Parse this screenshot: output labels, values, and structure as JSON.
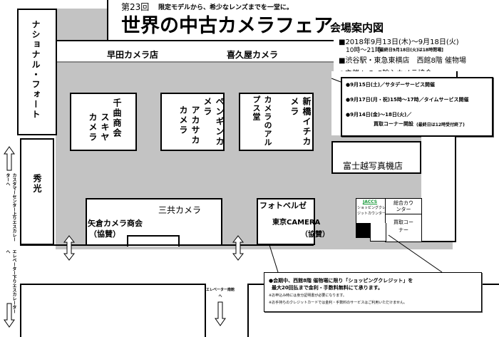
{
  "title": {
    "edition": "第23回",
    "tagline": "限定モデルから、希少なレンズまでを一堂に。",
    "main": "世界の中古カメラフェア",
    "sub": "会場案内図"
  },
  "info": {
    "dates": "■2018年9月13日(木)〜9月18日(火)",
    "hours": "10時〜21時",
    "hours_note": "[最終日9月18日(火)は18時閉場]",
    "venue": "■渋谷駅・東急東横店　西館8階 催物場",
    "organizer": "●主催:I. C. S輸入カメラ協会"
  },
  "events": [
    "●9月15日(土)／サタデーサービス開催",
    "●9月17日(月・祝)15時〜17時／タイムサービス開催",
    "●9月14日(金)〜18日(火)／"
  ],
  "event3_line2": "買取コーナー開設",
  "event3_note": "(最終日は12時受付終了)",
  "shops": {
    "national_fort": "ナショナル・フォート",
    "waseda": "早田カメラ店",
    "kikuya": "喜久屋カメラ",
    "chikuma": "千曲商会",
    "sukiya": "スキヤカメラ",
    "penguin": "ペンギンカメラ",
    "akasaka": "アカサカカメラ",
    "alps": "カメラのアルプス堂",
    "shinbashi": "新橋イチカメラ",
    "fujikoshi": "富士越写真機店",
    "shuko": "秀光",
    "sankyo": "三共カメラ",
    "yagura": "矢倉カメラ商会",
    "yagura_note": "（協賛）",
    "photobelze": "フォトベルゼ",
    "tokyo_camera": "東京CAMERA",
    "tokyo_note": "（協賛）"
  },
  "counters": {
    "jaccs_logo": "JACCS",
    "credit": "ショッピングクレジットカウンター",
    "general": "総合カウンター",
    "buyback": "買取コーナー"
  },
  "directions": {
    "up": "カスタマーセンター上りエスカレーターへ",
    "down": "エレベーター下りエスカレーターへ",
    "south": "エレベーター南館へ"
  },
  "credit_note": {
    "line1": "●会期中、西館8階 催物場に限り「ショッピングクレジット」を",
    "line2": "最大20回払まで金利・手数料無料にて承ります。",
    "note1": "※お申込み時には身分証明書が必要になります。",
    "note2": "※お手持ちのクレジットカードでは金利・手数料のサービスはご利用いただけません。"
  },
  "colors": {
    "aisle": "#c3c3c3",
    "jaccs": "#1a9a3a"
  }
}
